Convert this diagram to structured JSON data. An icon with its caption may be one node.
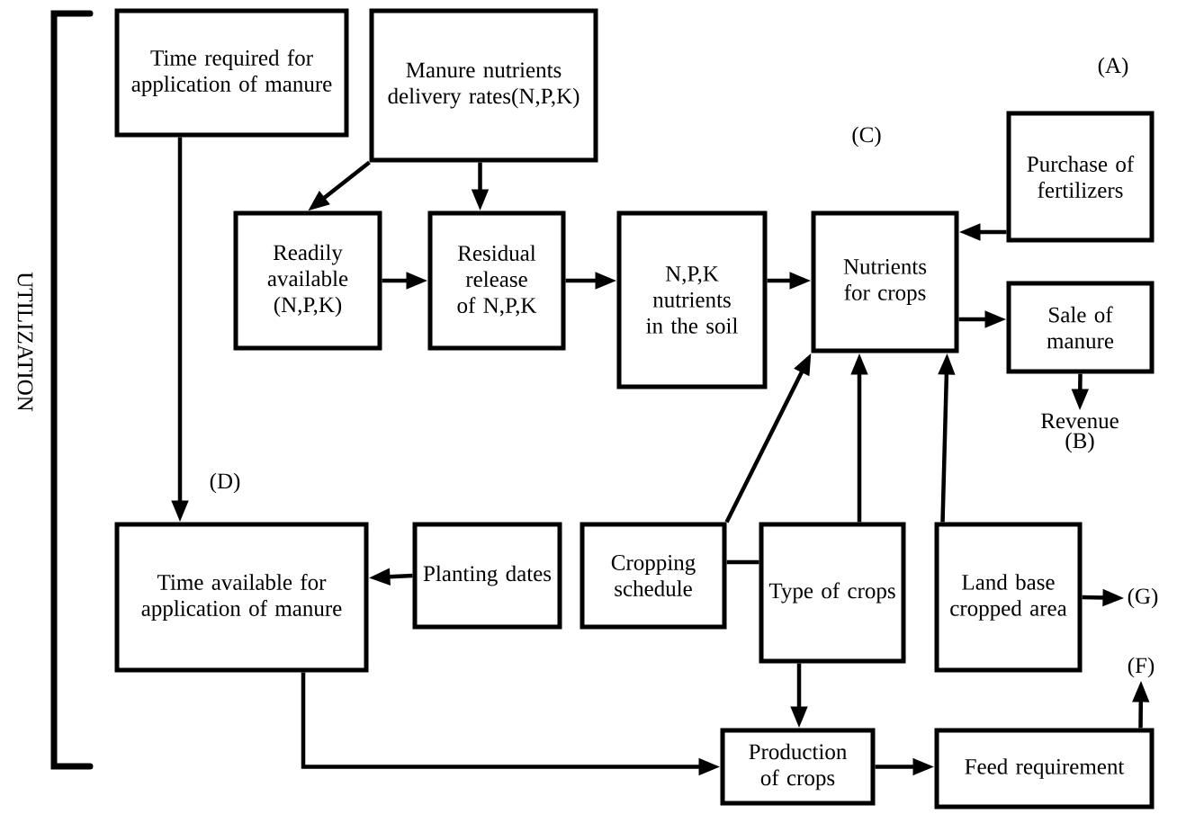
{
  "diagram": {
    "nodes": [
      {
        "text": [
          "Time required for application of manure"
        ]
      },
      {
        "text": [
          "Manure nutrients delivery rates(N,P,K)"
        ]
      },
      {
        "text": [
          "Readily available (N,P,K)"
        ]
      },
      {
        "text": [
          "Residual release of N,P,K"
        ]
      },
      {
        "text": [
          "N,P,K nutrients in the soil"
        ]
      },
      {
        "text": [
          "Nutrients for crops"
        ]
      },
      {
        "text": [
          "Purchase of fertilizers"
        ]
      },
      {
        "text": [
          "Sale of manure"
        ]
      },
      {
        "text": [
          "Revenue"
        ],
        "beside": [
          "(B)"
        ]
      },
      {
        "text": [
          "Time available for application of manure"
        ]
      },
      {
        "text": [
          "Planting dates"
        ]
      },
      {
        "text": [
          "Cropping schedule"
        ]
      },
      {
        "text": [
          "Type of crops"
        ]
      },
      {
        "text": [
          "Land base cropped area"
        ]
      },
      {
        "text": [
          "(G)"
        ]
      },
      {
        "text": [
          "Production of crops"
        ]
      },
      {
        "text": [
          "Feed requirement"
        ]
      },
      {
        "text": [
          "(F)"
        ]
      }
    ],
    "edges": [
      {
        "from": 0,
        "to": 9,
        "arrow": "to"
      },
      {
        "from": 1,
        "to": 2,
        "arrow": "to"
      },
      {
        "from": 1,
        "to": 3,
        "arrow": "to"
      },
      {
        "from": 2,
        "to": 3,
        "arrow": "to"
      },
      {
        "from": 3,
        "to": 4,
        "arrow": "to"
      },
      {
        "from": 4,
        "to": 5,
        "arrow": "to"
      },
      {
        "from": 6,
        "to": 5,
        "arrow": "to"
      },
      {
        "from": 5,
        "to": 7,
        "arrow": "to"
      },
      {
        "from": 7,
        "to": 8,
        "arrow": "to"
      },
      {
        "from": 10,
        "to": 9,
        "arrow": "to"
      },
      {
        "from": 11,
        "to": 5,
        "arrow": "to"
      },
      {
        "from": 11,
        "to": 12,
        "arrow": "none"
      },
      {
        "from": 12,
        "to": 5,
        "arrow": "to"
      },
      {
        "from": 13,
        "to": 5,
        "arrow": "to"
      },
      {
        "from": 13,
        "to": 14,
        "arrow": "to"
      },
      {
        "from": 12,
        "to": 15,
        "arrow": "to"
      },
      {
        "from": 9,
        "to": 15,
        "arrow": "to"
      },
      {
        "from": 15,
        "to": 16,
        "arrow": "to"
      },
      {
        "from": 16,
        "to": 17,
        "arrow": "to"
      }
    ],
    "labels": [
      "(A)",
      "(C)",
      "UTILIZATION",
      "(D)"
    ]
  }
}
